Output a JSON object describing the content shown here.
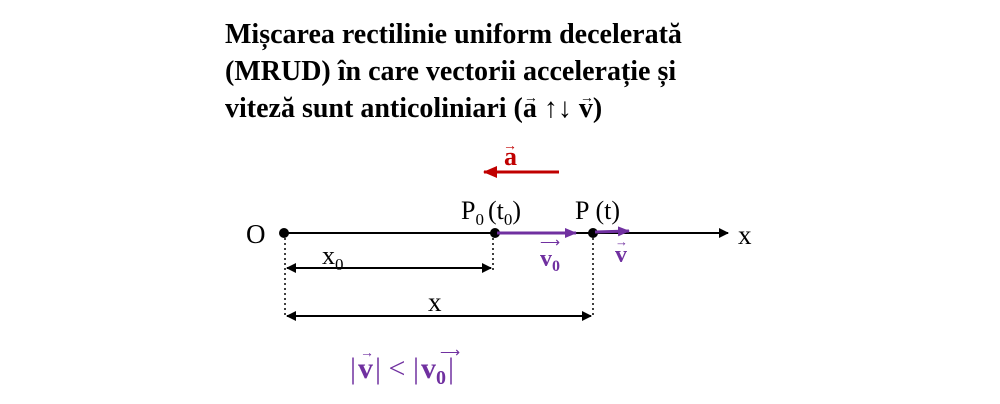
{
  "title": {
    "line1": "Mișcarea rectilinie uniform decelerată",
    "line2": "(MRUD) în care vectorii accelerație și",
    "line3_text": "viteză sunt anticoliniari (",
    "line3_a": "a",
    "line3_sym": "↑↓",
    "line3_v": "v",
    "line3_close": ")"
  },
  "diagram": {
    "accel_label": "a",
    "origin_label": "O",
    "axis_label": "x",
    "p0_label": "P",
    "p0_sub": "0",
    "p0_time_open": "(t",
    "p0_time_sub": "0",
    "p0_time_close": ")",
    "p_label": "P",
    "p_time": "(t)",
    "v0_label": "v",
    "v0_sub": "0",
    "v_label": "v",
    "x0_label": "x",
    "x0_sub": "0",
    "x_label": "x"
  },
  "relation": {
    "left_bar": "|",
    "v": "v",
    "mid": "| < |",
    "v0": "v",
    "v0_sub": "0",
    "right_bar": "|"
  },
  "colors": {
    "acceleration": "#c00000",
    "velocity": "#7030a0",
    "axis": "#000000"
  }
}
